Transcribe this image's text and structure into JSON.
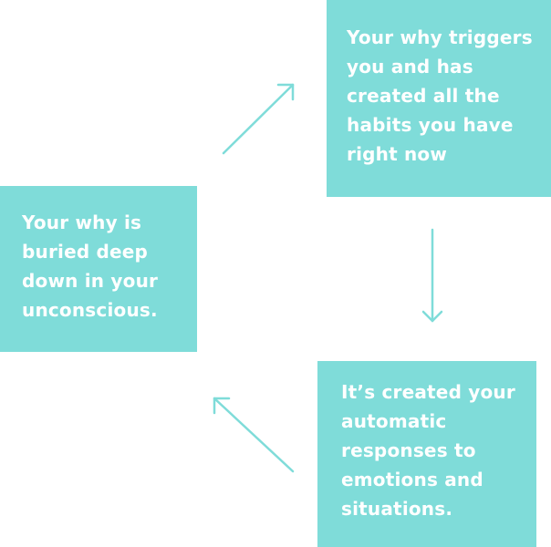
{
  "colors": {
    "box_fill": "#7fdcd9",
    "arrow": "#7fdcd9",
    "text": "#ffffff"
  },
  "boxes": {
    "top": {
      "text": "Your why triggers you and has created all the habits you have right now"
    },
    "left": {
      "text": "Your why is buried deep down in your unconscious."
    },
    "bottom": {
      "text": "It’s created your automatic responses to emotions and situations."
    }
  },
  "arrows": [
    {
      "from": "left",
      "to": "top"
    },
    {
      "from": "top",
      "to": "bottom"
    },
    {
      "from": "bottom",
      "to": "left"
    }
  ]
}
